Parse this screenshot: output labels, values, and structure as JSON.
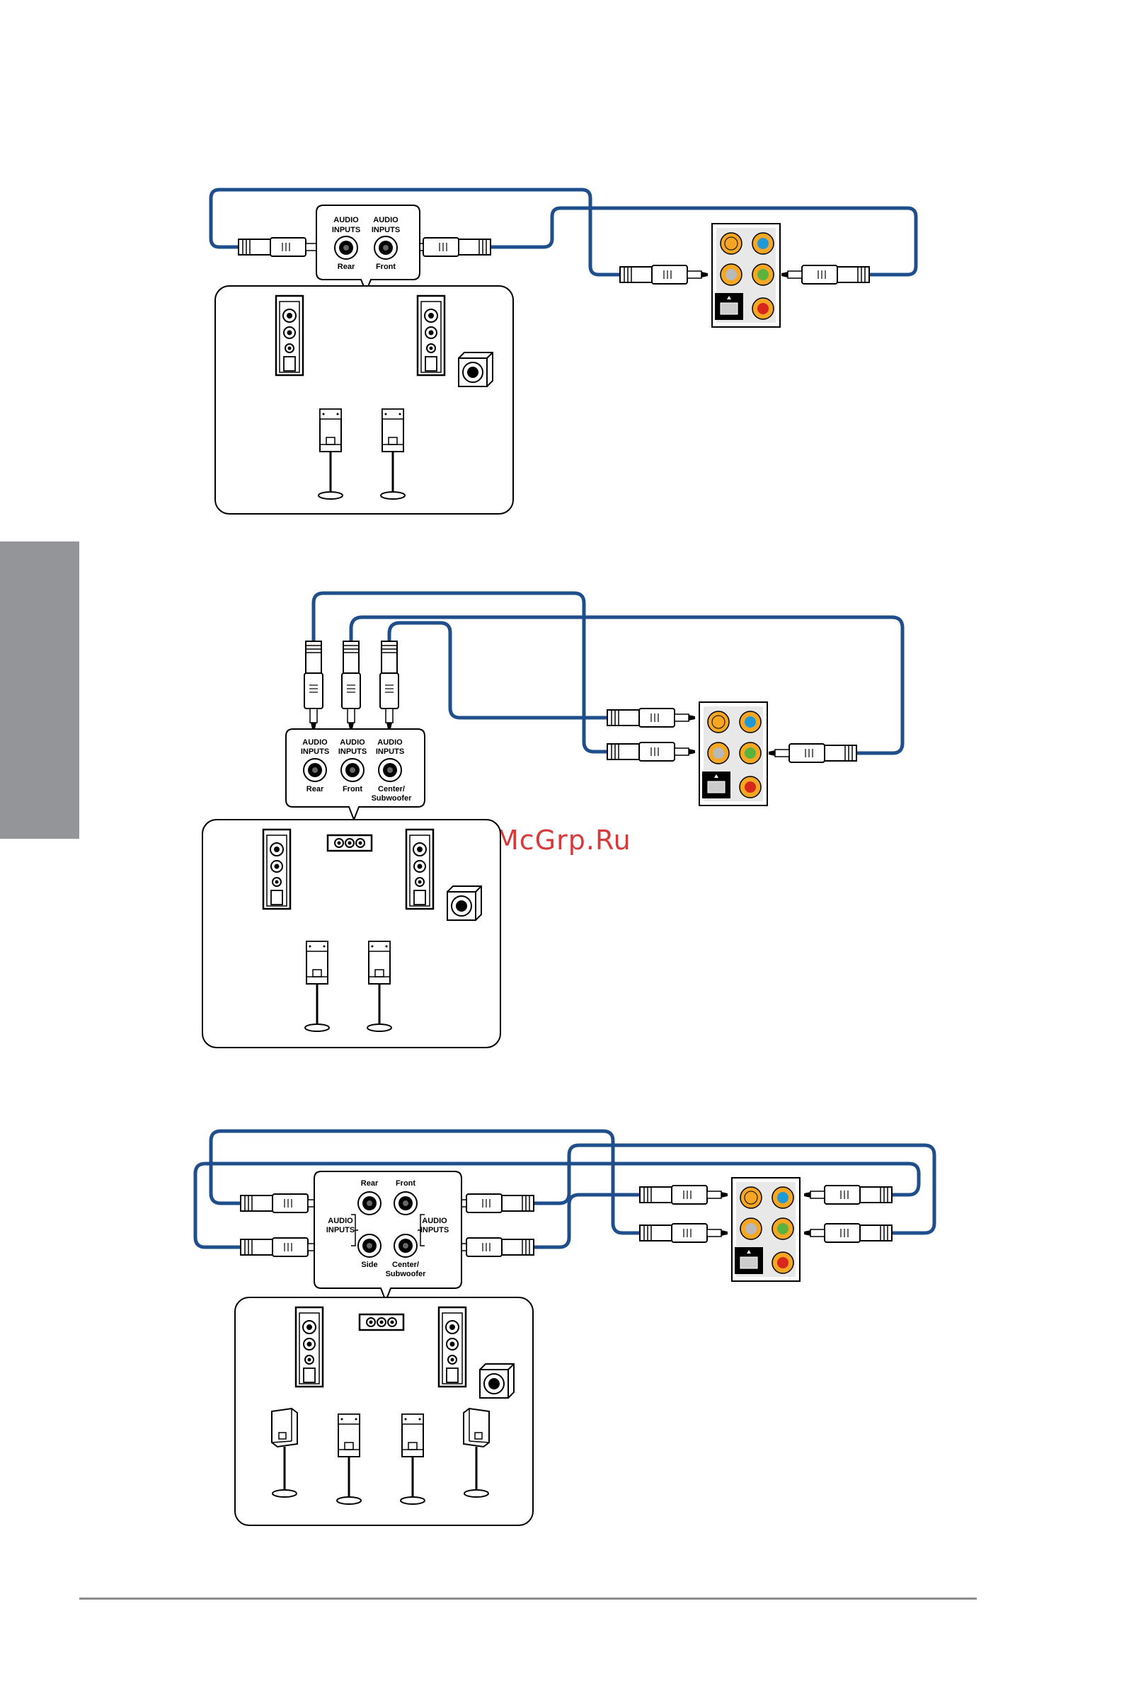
{
  "watermark": "McGrp.Ru",
  "labels": {
    "audio_line1": "AUDIO",
    "audio_line2": "INPUTS",
    "rear": "Rear",
    "front": "Front",
    "center": "Center/",
    "subwoofer": "Subwoofer",
    "side": "Side"
  },
  "colors": {
    "cable": "#1f4e8c",
    "jack_orange": "#f5a623",
    "jack_blue": "#1f9ad6",
    "jack_green": "#5ab33f",
    "jack_red": "#d9261c",
    "jack_gray": "#b9b9b9",
    "tab_gray": "#939598"
  }
}
